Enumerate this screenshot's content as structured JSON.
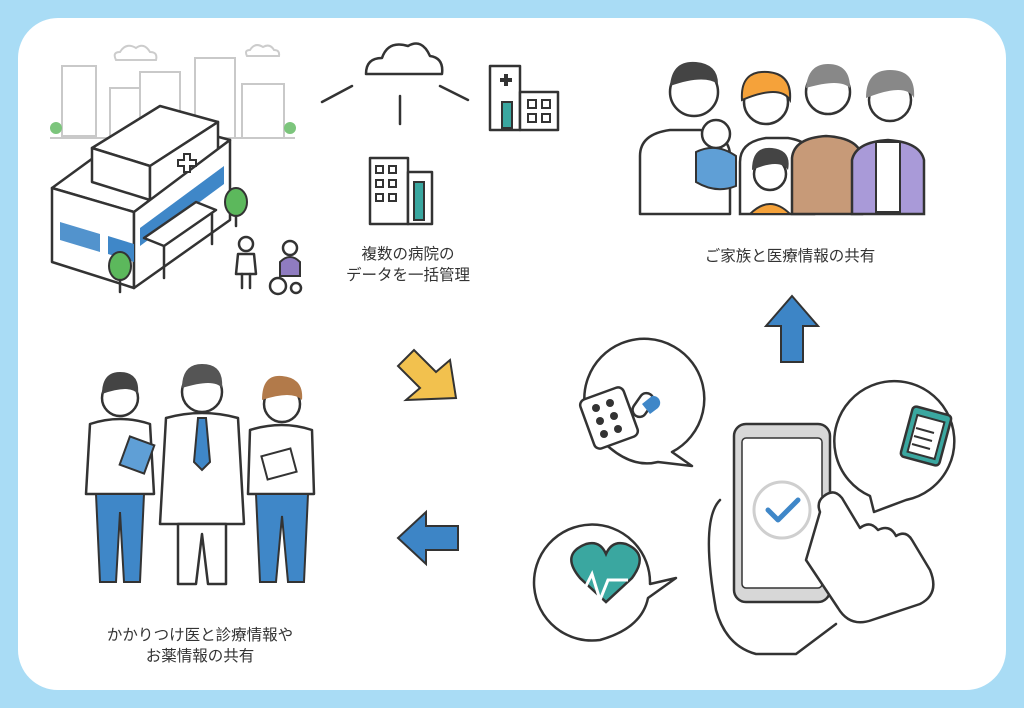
{
  "captions": {
    "hospitals_line1": "複数の病院の",
    "hospitals_line2": "データを一括管理",
    "family": "ご家族と医療情報の共有",
    "doctor_line1": "かかりつけ医と診療情報や",
    "doctor_line2": "お薬情報の共有"
  },
  "colors": {
    "background": "#a9dcf5",
    "panel": "#ffffff",
    "arrow_blue": "#3d85c6",
    "arrow_yellow": "#f2c14e",
    "accent_teal": "#3aa7a0",
    "scrub_blue": "#3f87c8",
    "check_blue": "#3f87c8"
  },
  "icons": [
    "cloud-icon",
    "hospital-icon",
    "office-building-icon",
    "pill-icon",
    "clipboard-icon",
    "heart-pulse-icon",
    "check-icon",
    "arrow-up-icon",
    "arrow-left-icon",
    "arrow-diagonal-icon"
  ]
}
